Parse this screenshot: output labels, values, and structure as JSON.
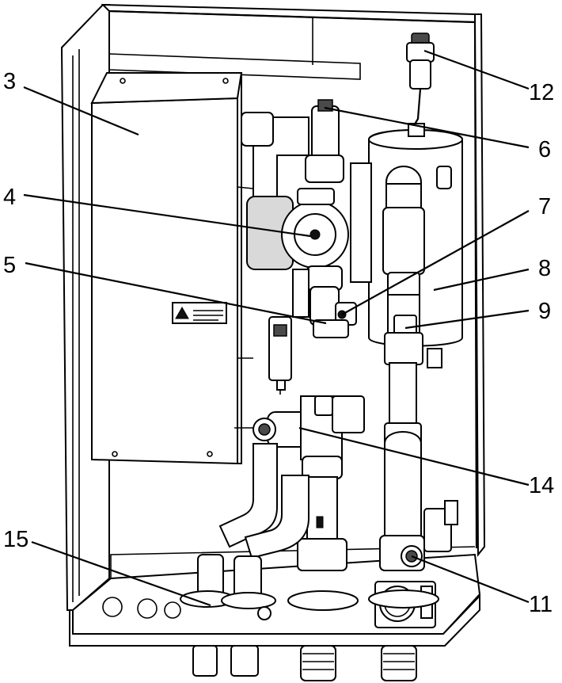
{
  "figure": {
    "callouts": [
      {
        "id": "c3",
        "label": "3"
      },
      {
        "id": "c4",
        "label": "4"
      },
      {
        "id": "c5",
        "label": "5"
      },
      {
        "id": "c12",
        "label": "12"
      },
      {
        "id": "c6",
        "label": "6"
      },
      {
        "id": "c7",
        "label": "7"
      },
      {
        "id": "c8",
        "label": "8"
      },
      {
        "id": "c9",
        "label": "9"
      },
      {
        "id": "c14",
        "label": "14"
      },
      {
        "id": "c15",
        "label": "15"
      },
      {
        "id": "c11",
        "label": "11"
      }
    ]
  }
}
